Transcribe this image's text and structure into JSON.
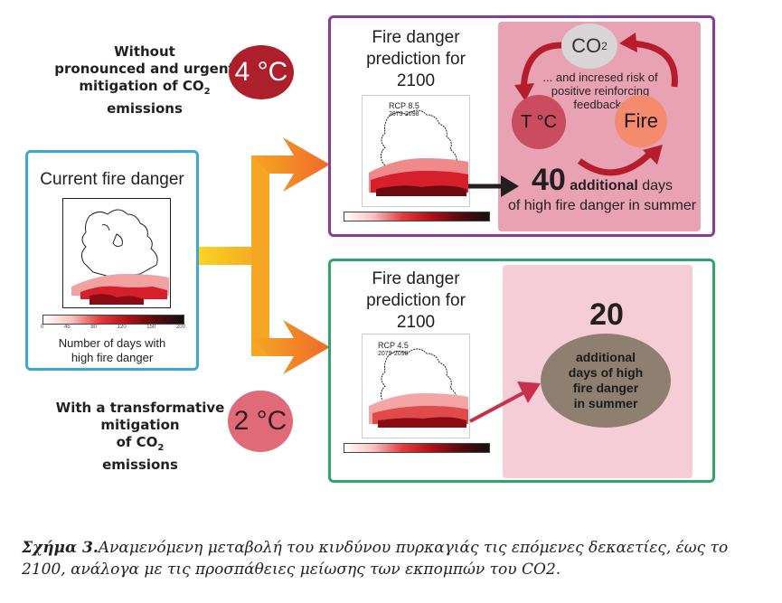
{
  "scenario_high": {
    "text_line1": "Without",
    "text_line2": "pronounced and urgent",
    "text_line3": "mitigation of CO",
    "text_line3_sub": "2",
    "text_line4": "emissions",
    "temperature": "4 °C",
    "color": "#ad1f2b"
  },
  "scenario_low": {
    "text_line1": "With a transformative",
    "text_line2": "mitigation",
    "text_line3": "of CO",
    "text_line3_sub": "2",
    "text_line4": "emissions",
    "temperature": "2 °C",
    "color": "#e06a77"
  },
  "current": {
    "title": "Current fire danger",
    "scale_ticks": [
      "0",
      "45",
      "80",
      "120",
      "150",
      "200"
    ],
    "legend_line1": "Number of days with",
    "legend_line2": "high fire danger",
    "border_color": "#3ba6d8"
  },
  "rcp85": {
    "title_line1": "Fire danger",
    "title_line2": "prediction for",
    "title_line3": "2100",
    "map_label": "RCP 8.5",
    "map_period": "2079-2098",
    "border_color": "#8b3a9a"
  },
  "rcp45": {
    "title_line1": "Fire danger",
    "title_line2": "prediction for",
    "title_line3": "2100",
    "map_label": "RCP 4.5",
    "map_period": "2079-2098",
    "border_color": "#2da56b"
  },
  "feedback": {
    "co2": "CO",
    "co2_sub": "2",
    "note_line1": "... and incresed risk of",
    "note_line2": "positive reinforcing",
    "note_line3": "feedbacks",
    "temp": "T °C",
    "fire": "Fire"
  },
  "impact_high": {
    "number": "40",
    "text_bold": "additional",
    "text_rest": "days",
    "line2": "of high fire danger in summer"
  },
  "impact_low": {
    "number": "20",
    "line1": "additional",
    "line2": "days of high",
    "line3": "fire danger",
    "line4": "in summer"
  },
  "caption": {
    "label": "Σχήμα 3.",
    "text_line1": "Αναμενόμενη μεταβολή του κινδύνου πυρκαγιάς τις επόμενες δεκαετίες, έως το",
    "text_line2": "2100, ανάλογα με τις προσπάθειες μείωσης των εκπομπών του CO2."
  }
}
